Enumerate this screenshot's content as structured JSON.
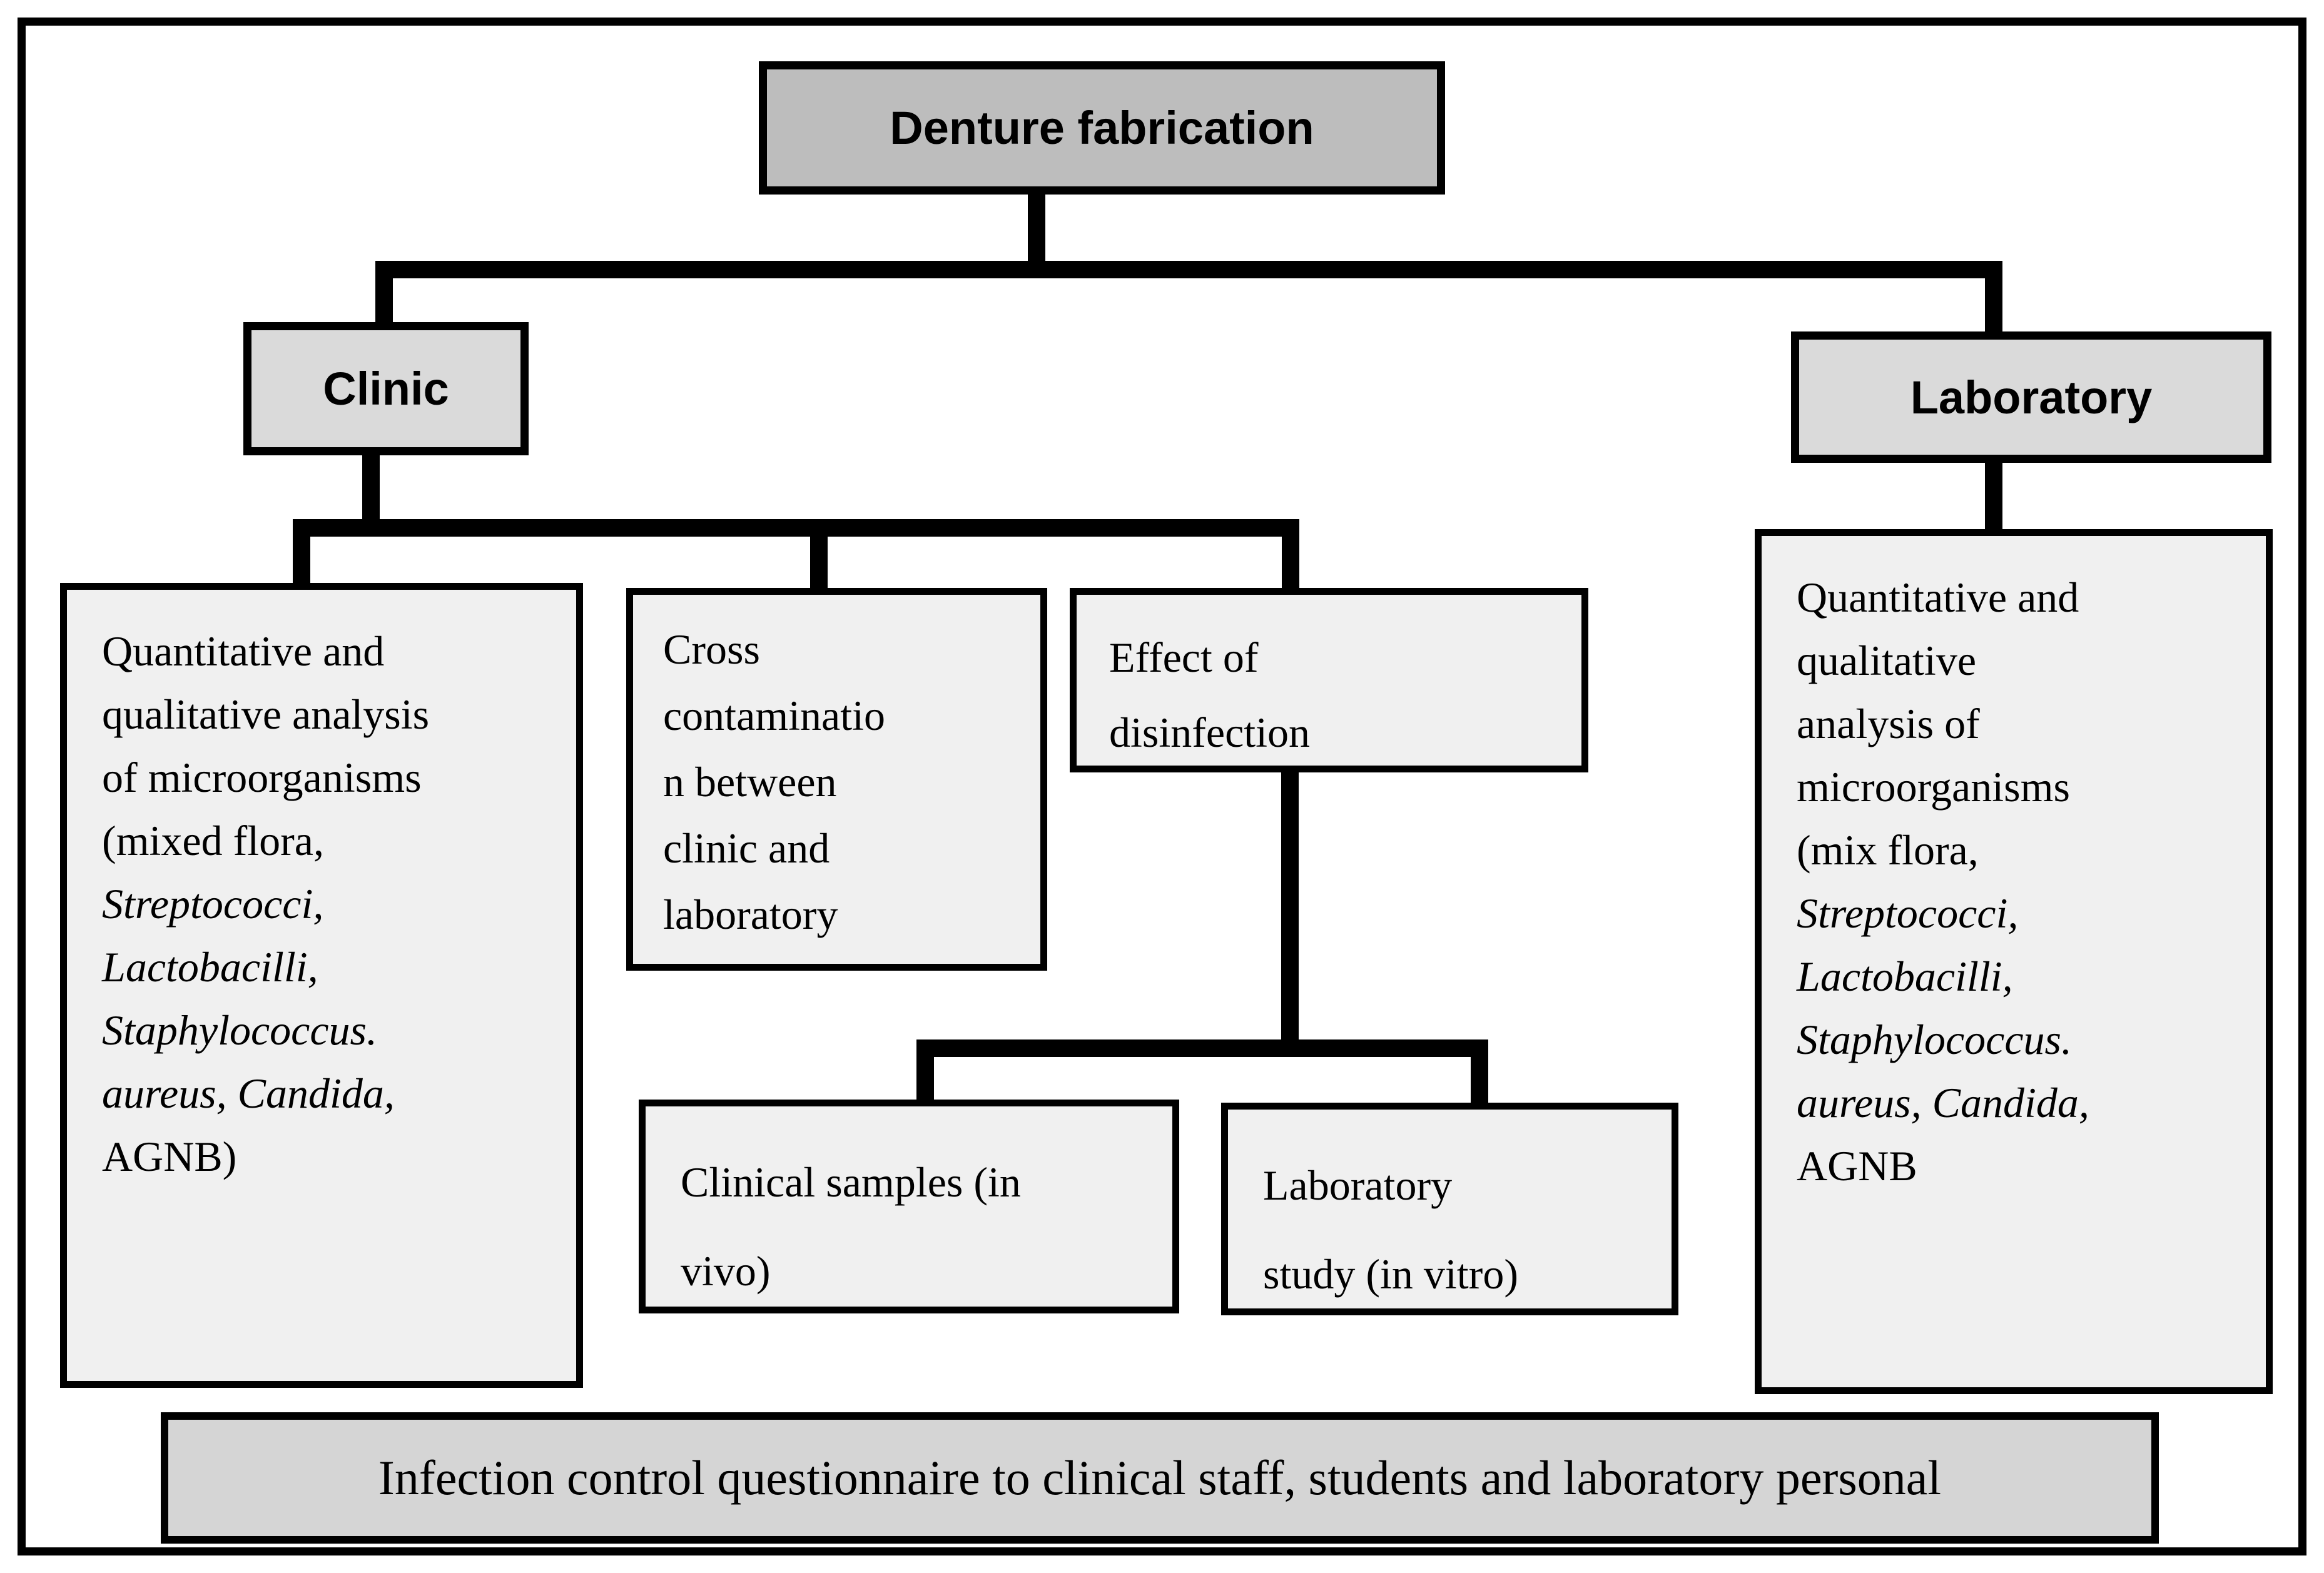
{
  "figure_type": "flowchart",
  "nodes": {
    "denture_fabrication": "Denture fabrication",
    "clinic": "Clinic",
    "laboratory": "Laboratory",
    "clinic_analysis_lines": [
      "Quantitative and",
      "qualitative analysis",
      "of microorganisms",
      "(mixed flora,",
      "Streptococci,",
      "Lactobacilli,",
      "Staphylococcus.",
      "aureus, Candida,",
      "AGNB)"
    ],
    "cross_contamination_lines": [
      "Cross",
      "contaminatio",
      "n between",
      "clinic and",
      "laboratory"
    ],
    "effect_of_disinfection_lines": [
      "Effect of",
      "disinfection"
    ],
    "clinical_samples_lines": [
      "Clinical samples (in",
      "vivo)"
    ],
    "laboratory_study_lines": [
      "Laboratory",
      "study (in vitro)"
    ],
    "laboratory_analysis_lines": [
      "Quantitative and",
      "qualitative",
      "analysis of",
      "microorganisms",
      "(mix flora,",
      "Streptococci,",
      "Lactobacilli,",
      "Staphylococcus.",
      "aureus, Candida,",
      "AGNB"
    ],
    "questionnaire_banner": "Infection control questionnaire to clinical staff, students and laboratory personal"
  },
  "colors": {
    "root_fill": "#bdbdbd",
    "branch_fill": "#dadada",
    "content_fill": "#f0f0f0",
    "banner_fill": "#d5d5d5",
    "line_color": "#000000"
  }
}
